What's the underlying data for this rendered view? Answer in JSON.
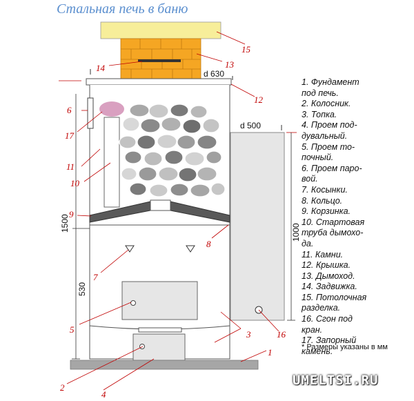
{
  "title": "Стальная печь в баню",
  "legend": [
    "1. Фундамент\nпод печь.",
    "2. Колосник.",
    "3. Топка.",
    "4. Проем под-\nдувальный.",
    "5. Проем то-\nпочный.",
    "6. Проем паро-\nвой.",
    "7. Косынки.",
    "8. Кольцо.",
    "9. Корзинка.",
    "10. Стартовая\nтруба дымохо-\nда.",
    "11. Камни.",
    "12. Крышка.",
    "13. Дымоход.",
    "14. Задвижка.",
    "15. Потолочная\nразделка.",
    "16. Сгон под\nкран.",
    "17. Запорный\nкамень."
  ],
  "note": "* Размеры указаны в мм",
  "dimensions": {
    "top_diameter": "d 630",
    "tank_diameter": "d 500",
    "height_total": "1500",
    "height_firebox": "530",
    "height_tank": "1000"
  },
  "callouts": [
    "1",
    "2",
    "3",
    "4",
    "5",
    "6",
    "7",
    "8",
    "9",
    "10",
    "11",
    "12",
    "13",
    "14",
    "15",
    "16",
    "17"
  ],
  "watermark": "UMELTSI.RU",
  "colors": {
    "title": "#5b8fcf",
    "callout": "#c00000",
    "chimney": "#f5a623",
    "ceiling": "#f7ee9a",
    "stones": "#9a9a9a",
    "stopper": "#d9a0c0",
    "foundation": "#a6a6a6",
    "tank": "#e6e6e6"
  }
}
